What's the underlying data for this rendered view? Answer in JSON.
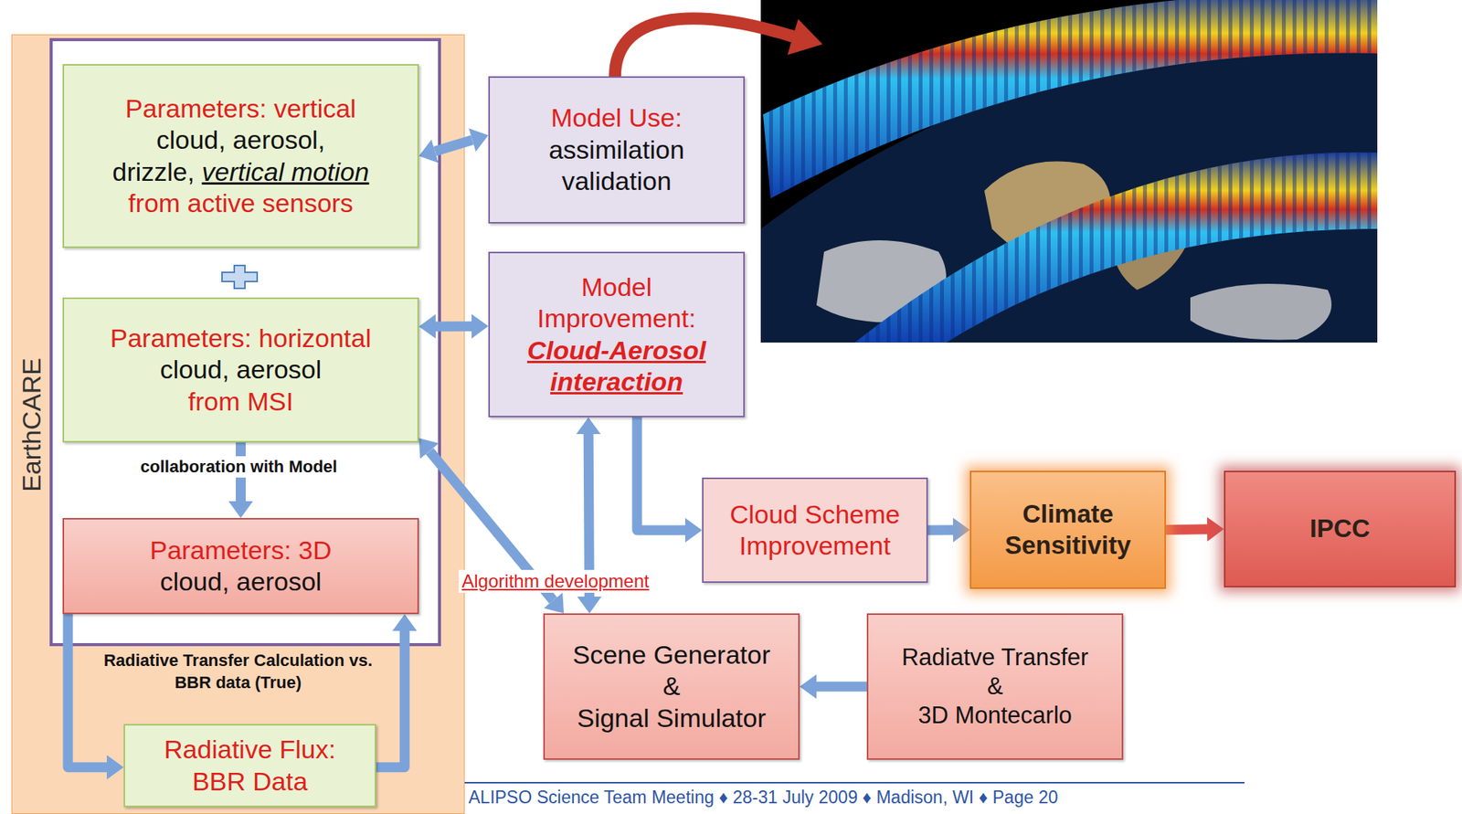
{
  "diagram": {
    "caption": "ALIPSO Science Team Meeting ♦ 28-31 July 2009 ♦ Madison, WI ♦ Page 20",
    "nodes": [
      {
        "text": [
          "EarthCARE"
        ]
      },
      {
        "text": [
          "Parameters: vertical",
          "cloud, aerosol,",
          "drizzle,",
          "vertical motion",
          "from active sensors"
        ],
        "in": 0
      },
      {
        "text": [
          "Parameters: horizontal",
          "cloud, aerosol",
          "from MSI"
        ],
        "in": 0
      },
      {
        "text": [
          "Parameters: 3D",
          "cloud, aerosol"
        ],
        "in": 0
      },
      {
        "text": [
          "Radiative Flux:",
          "BBR Data"
        ],
        "in": 0
      },
      {
        "text": [
          "Model Use:",
          "assimilation validation"
        ]
      },
      {
        "text": [
          "Model Improvement:",
          "Cloud-Aerosol interaction"
        ]
      },
      {
        "text": [
          "Cloud Scheme Improvement"
        ]
      },
      {
        "text": [
          "Climate Sensitivity"
        ]
      },
      {
        "text": [
          "IPCC"
        ]
      },
      {
        "text": [
          "Scene Generator",
          "&",
          "Signal Simulator"
        ]
      },
      {
        "text": [
          "Radiatve Transfer",
          "&",
          "3D Montecarlo"
        ]
      }
    ],
    "edges": [
      {
        "from": 1,
        "to": 5,
        "arrow": "both"
      },
      {
        "from": 2,
        "to": 6,
        "arrow": "both"
      },
      {
        "from": 2,
        "to": 3,
        "arrow": "to",
        "label": "collaboration with Model"
      },
      {
        "from": 3,
        "to": 4,
        "arrow": "to"
      },
      {
        "from": 4,
        "to": 3,
        "arrow": "to"
      },
      {
        "from": 2,
        "to": 10,
        "arrow": "both",
        "label": "Algorithm development"
      },
      {
        "from": 6,
        "to": 10,
        "arrow": "both"
      },
      {
        "from": 6,
        "to": 7,
        "arrow": "to"
      },
      {
        "from": 7,
        "to": 8,
        "arrow": "to"
      },
      {
        "from": 8,
        "to": 9,
        "arrow": "to"
      },
      {
        "from": 11,
        "to": 10,
        "arrow": "to"
      }
    ],
    "labels": [
      "Radiative Transfer Calculation vs. BBR data (True)"
    ]
  }
}
